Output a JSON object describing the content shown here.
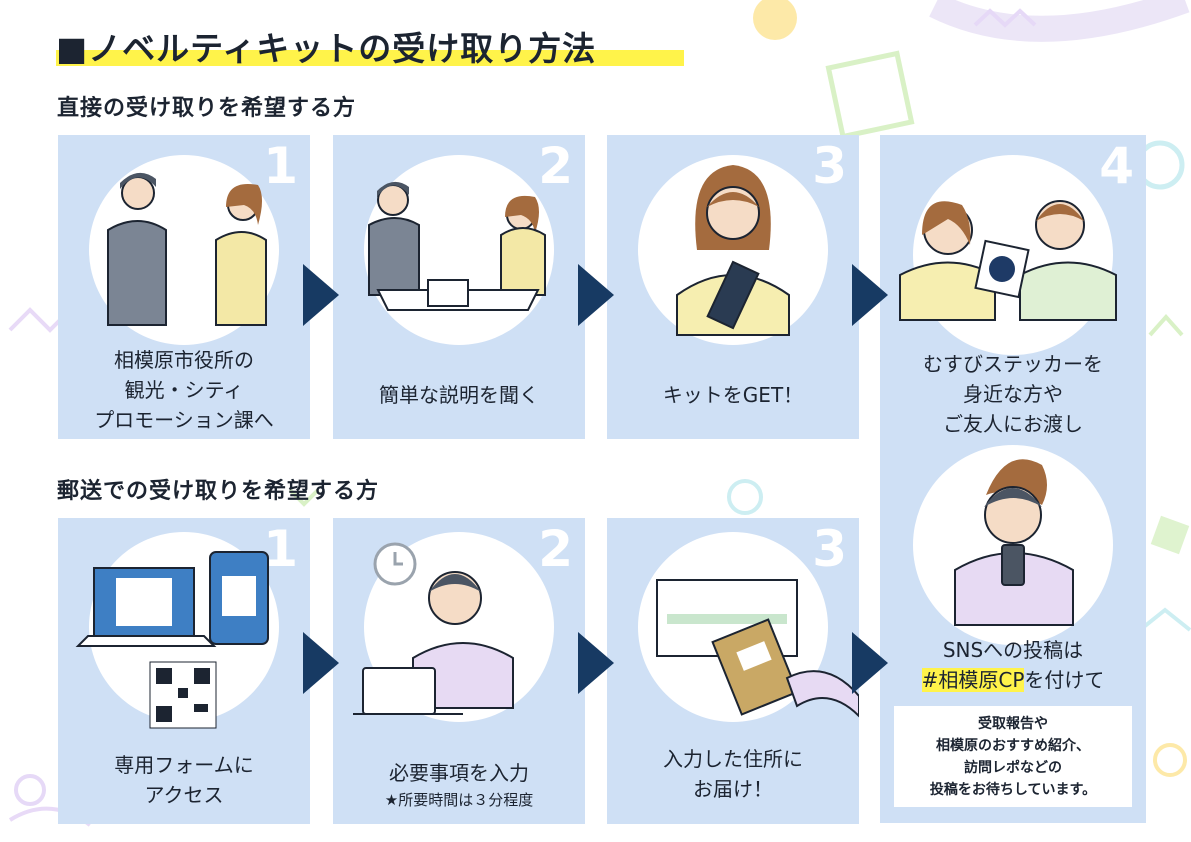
{
  "title": "■ノベルティキットの受け取り方法",
  "direct": {
    "heading": "直接の受け取りを希望する方",
    "steps": [
      {
        "num": "1",
        "lines": [
          "相模原市役所の",
          "観光・シティ",
          "プロモーション課へ"
        ]
      },
      {
        "num": "2",
        "lines": [
          "簡単な説明を聞く"
        ]
      },
      {
        "num": "3",
        "lines": [
          "キットをGET！"
        ]
      }
    ]
  },
  "mail": {
    "heading": "郵送での受け取りを希望する方",
    "steps": [
      {
        "num": "1",
        "lines": [
          "専用フォームに",
          "アクセス"
        ]
      },
      {
        "num": "2",
        "lines": [
          "必要事項を入力",
          "★所要時間は３分程度"
        ]
      },
      {
        "num": "3",
        "lines": [
          "入力した住所に",
          "お届け！"
        ]
      }
    ]
  },
  "share": {
    "num": "4",
    "lines": [
      "むすびステッカーを",
      "身近な方や",
      "ご友人にお渡し"
    ],
    "sns_line1": "SNSへの投稿は",
    "sns_hashtag": "#相模原CP",
    "sns_suffix": "を付けて",
    "note": [
      "受取報告や",
      "相模原のおすすめ紹介、",
      "訪問レポなどの",
      "投稿をお待ちしています。"
    ]
  },
  "colors": {
    "card": "#cfe0f5",
    "arrow": "#173a63",
    "highlight": "#fff34a"
  }
}
